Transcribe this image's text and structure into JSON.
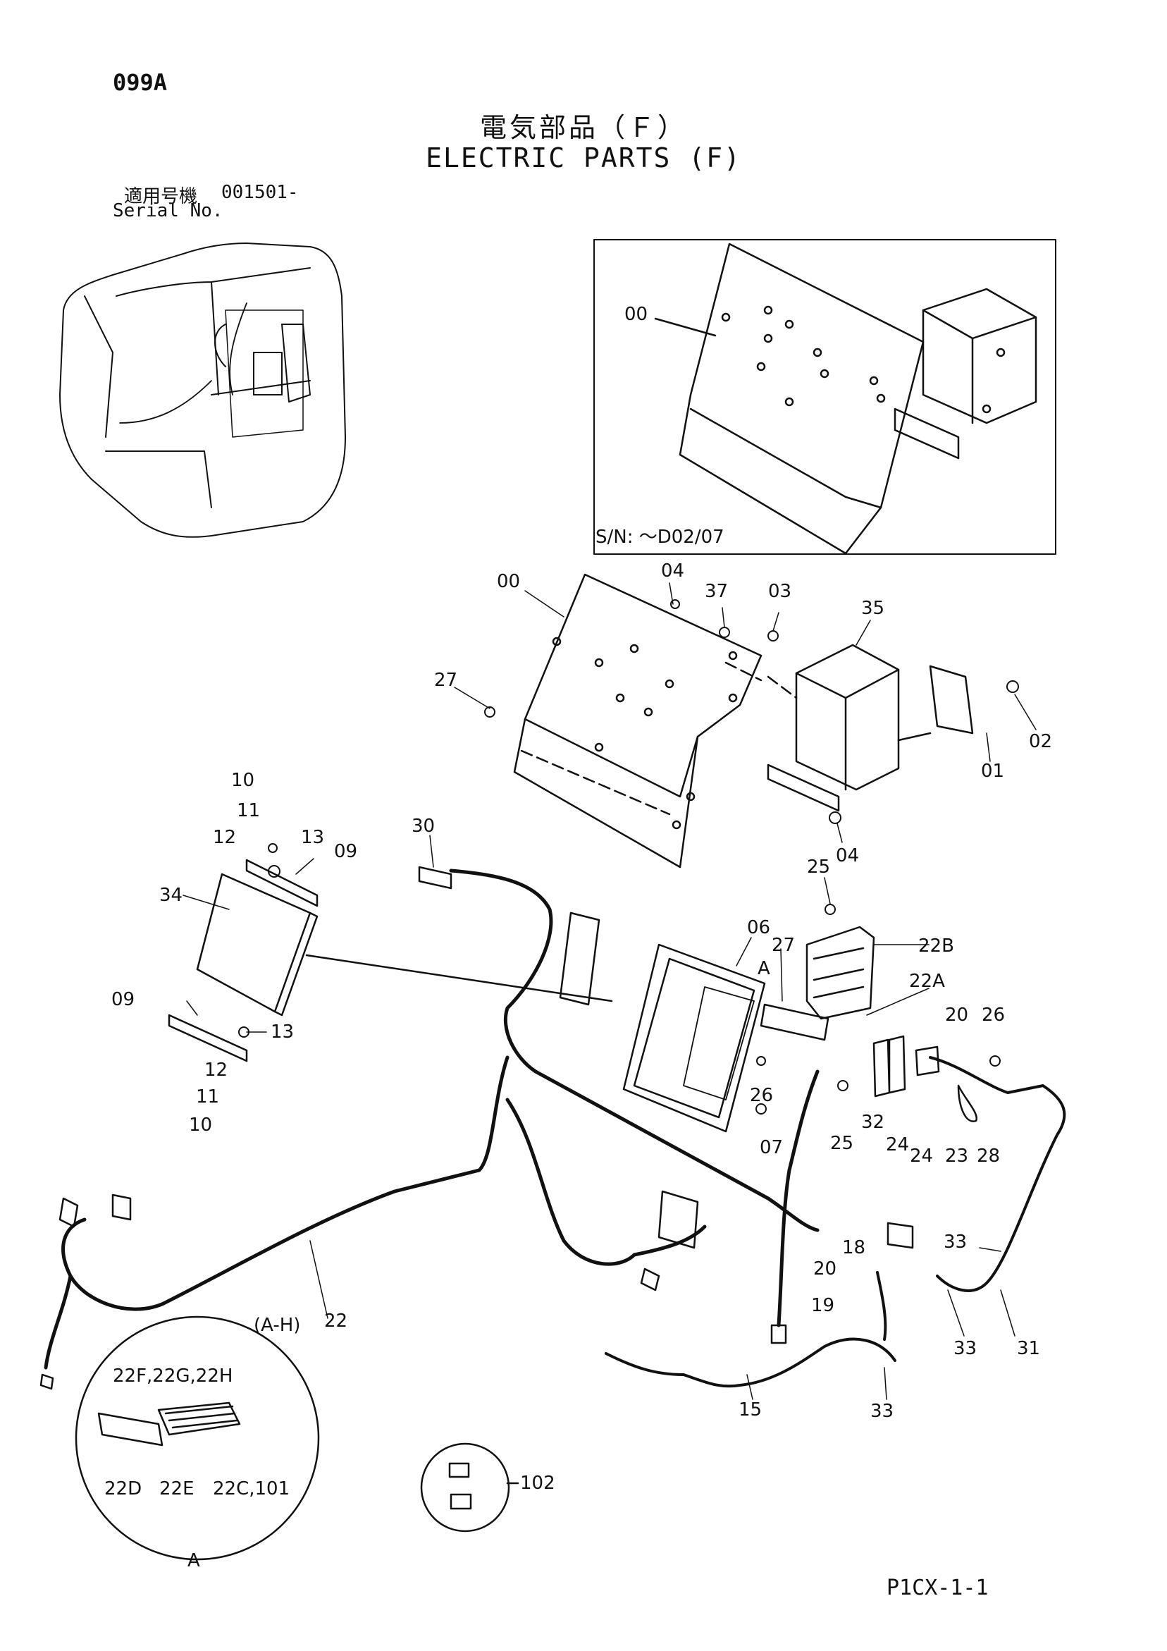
{
  "page_code": "099A",
  "title_ja": "電気部品（Ｆ）",
  "title_en": "ELECTRIC PARTS (F)",
  "serial": {
    "label_ja": "適用号機",
    "value": "001501-",
    "label_en": "Serial No."
  },
  "inset_note": "S/N: ～D02/07",
  "detail_a": {
    "marker": "A",
    "top_label": "22F,22G,22H"
  },
  "footer_code": "P1CX-1-1",
  "callouts": {
    "c00a": "00",
    "c00b": "00",
    "c04a": "04",
    "c37": "37",
    "c03": "03",
    "c35": "35",
    "c27a": "27",
    "c02": "02",
    "c01": "01",
    "c04b": "04",
    "c25a": "25",
    "c22b": "22B",
    "c27b": "27",
    "c22a": "22A",
    "c06": "06",
    "cA": "A",
    "c30": "30",
    "c10a": "10",
    "c11a": "11",
    "c12a": "12",
    "c13a": "13",
    "c09a": "09",
    "c34": "34",
    "c09b": "09",
    "c13b": "13",
    "c12b": "12",
    "c11b": "11",
    "c10b": "10",
    "c20a": "20",
    "c26a": "26",
    "c26b": "26",
    "c07": "07",
    "c25b": "25",
    "c32": "32",
    "c24a": "24",
    "c24b": "24",
    "c23": "23",
    "c28": "28",
    "c33a": "33",
    "c18": "18",
    "c20b": "20",
    "c19": "19",
    "c33b": "33",
    "c31": "31",
    "c33c": "33",
    "c15": "15",
    "cAH": "(A-H)",
    "c22": "22",
    "c22d": "22D",
    "c22e": "22E",
    "c22c": "22C,101",
    "c102": "102"
  }
}
